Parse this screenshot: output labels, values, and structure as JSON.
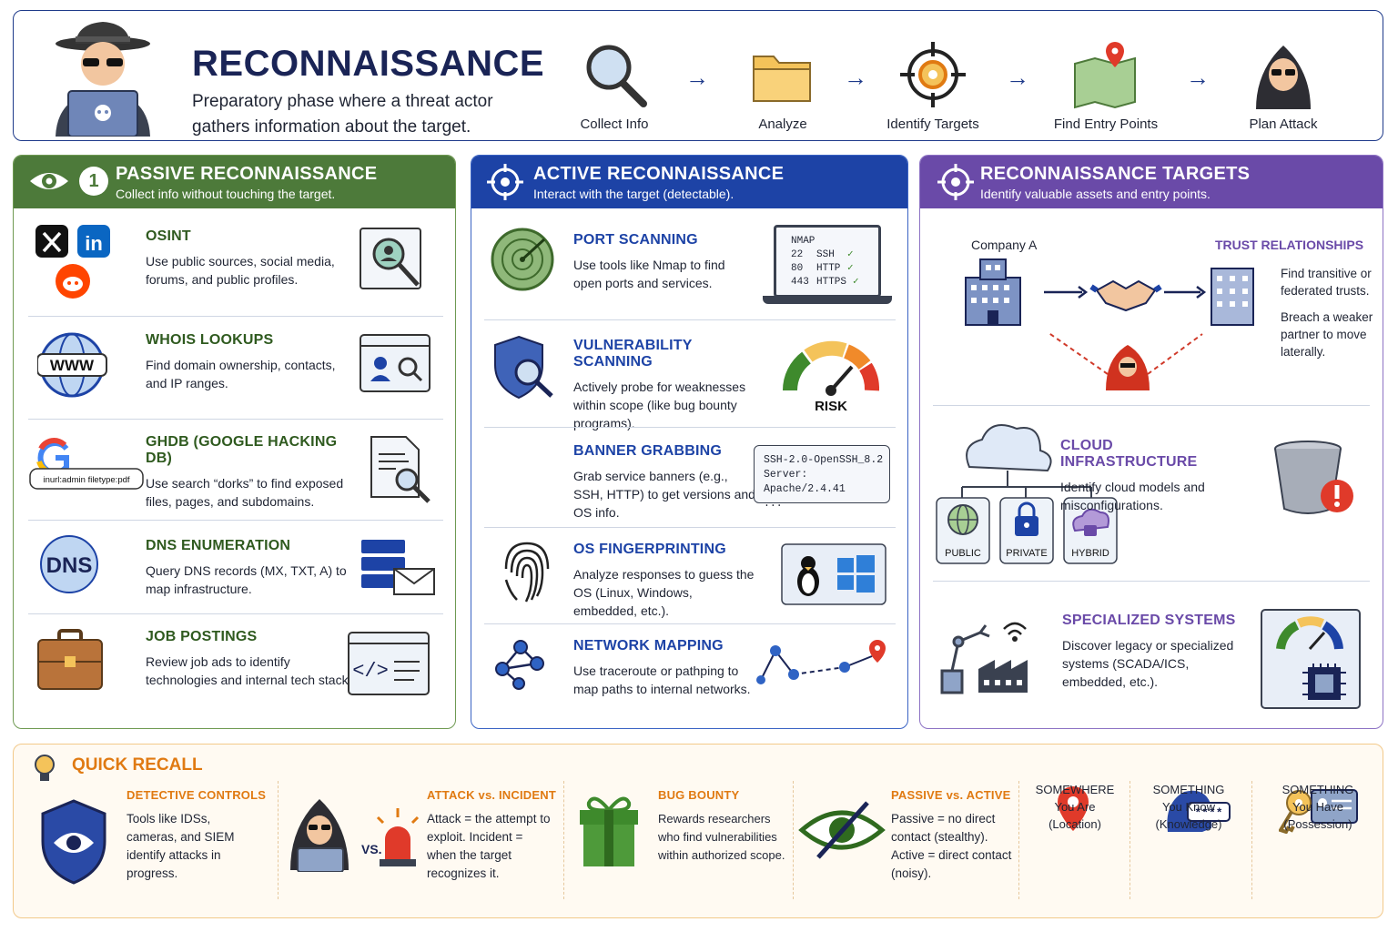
{
  "header": {
    "title": "RECONNAISSANCE",
    "subtitle": "Preparatory phase where a threat actor gathers information about the target.",
    "steps": [
      "Collect Info",
      "Analyze",
      "Identify Targets",
      "Find Entry Points",
      "Plan Attack"
    ],
    "arrow": "→"
  },
  "passive": {
    "badge": "1",
    "title": "PASSIVE RECONNAISSANCE",
    "subtitle": "Collect info without touching the target.",
    "items": [
      {
        "title": "OSINT",
        "desc": "Use public sources, social media, forums, and public profiles."
      },
      {
        "title": "WHOIS LOOKUPS",
        "desc": "Find domain ownership, contacts, and IP ranges.",
        "icon_text": "WWW"
      },
      {
        "title": "GHDB (GOOGLE HACKING DB)",
        "desc": "Use search “dorks” to find exposed files, pages, and subdomains.",
        "icon_text": "inurl:admin filetype:pdf"
      },
      {
        "title": "DNS ENUMERATION",
        "desc": "Query DNS records (MX, TXT, A) to map infrastructure.",
        "icon_text": "DNS"
      },
      {
        "title": "JOB POSTINGS",
        "desc": "Review job ads to identify technologies and internal tech stack.",
        "icon_text": "</>"
      }
    ]
  },
  "active": {
    "title": "ACTIVE RECONNAISSANCE",
    "subtitle": "Interact with the target (detectable).",
    "items": [
      {
        "title": "PORT SCANNING",
        "desc": "Use tools like Nmap to find open ports and services."
      },
      {
        "title": "VULNERABILITY SCANNING",
        "desc": "Actively probe for weaknesses within scope (like bug bounty programs).",
        "icon_text": "RISK"
      },
      {
        "title": "BANNER GRABBING",
        "desc": "Grab service banners (e.g., SSH, HTTP) to get versions and OS info."
      },
      {
        "title": "OS FINGERPRINTING",
        "desc": "Analyze responses to guess the OS (Linux, Windows, embedded, etc.)."
      },
      {
        "title": "NETWORK MAPPING",
        "desc": "Use traceroute or pathping to map paths to internal networks."
      }
    ],
    "nmap": {
      "label": "NMAP",
      "rows": [
        {
          "port": "22",
          "svc": "SSH"
        },
        {
          "port": "80",
          "svc": "HTTP"
        },
        {
          "port": "443",
          "svc": "HTTPS"
        }
      ],
      "check": "✓"
    },
    "banner": [
      "SSH-2.0-OpenSSH_8.2",
      "Server: Apache/2.4.41",
      "..."
    ]
  },
  "targets": {
    "title": "RECONNAISSANCE TARGETS",
    "subtitle": "Identify valuable assets and entry points.",
    "company": "Company A",
    "trust": {
      "title": "TRUST RELATIONSHIPS",
      "desc1": "Find transitive or federated trusts.",
      "desc2": "Breach a weaker partner to move laterally."
    },
    "cloud": {
      "title": "CLOUD INFRASTRUCTURE",
      "desc": "Identify cloud models and misconfigurations.",
      "models": [
        "PUBLIC",
        "PRIVATE",
        "HYBRID"
      ]
    },
    "special": {
      "title": "SPECIALIZED SYSTEMS",
      "desc": "Discover legacy or specialized systems (SCADA/ICS, embedded, etc.)."
    }
  },
  "recall": {
    "title": "QUICK RECALL",
    "items": [
      {
        "title": "DETECTIVE CONTROLS",
        "desc": "Tools like IDSs, cameras, and SIEM identify attacks in progress."
      },
      {
        "title": "ATTACK vs. INCIDENT",
        "desc": "Attack = the attempt to exploit. Incident = when the target recognizes it.",
        "vs": "VS."
      },
      {
        "title": "BUG BOUNTY",
        "desc": "Rewards researchers who find vulnerabilities within authorized scope."
      },
      {
        "title": "PASSIVE vs. ACTIVE",
        "desc": "Passive = no direct contact (stealthy). Active = direct contact (noisy)."
      }
    ],
    "factors": [
      {
        "a": "SOMEWHERE",
        "b": "You Are",
        "c": "(Location)"
      },
      {
        "a": "SOMETHING",
        "b": "You Know",
        "c": "(Knowledge)",
        "icon_text": "****"
      },
      {
        "a": "SOMETHING",
        "b": "You Have",
        "c": "(Possession)"
      }
    ]
  },
  "colors": {
    "navy": "#1a2456",
    "green": "#4d7a3a",
    "blue": "#1d43a6",
    "purple": "#6a4aa8",
    "orange": "#e07a12"
  }
}
